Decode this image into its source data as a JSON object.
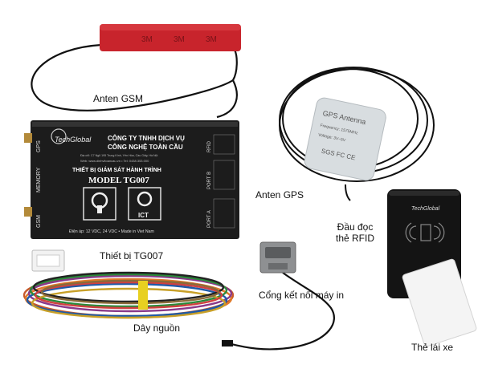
{
  "labels": {
    "gsm_antenna": "Anten GSM",
    "gps_antenna": "Anten GPS",
    "device": "Thiết bị TG007",
    "rfid_reader_line1": "Đầu đọc",
    "rfid_reader_line2": "thẻ RFID",
    "printer_port": "Cổng kết nối máy in",
    "power_cable": "Dây nguồn",
    "driver_card": "Thẻ lái xe"
  },
  "device_face": {
    "brand": "TechGlobal",
    "company_line1": "CÔNG TY TNHH DỊCH VỤ",
    "company_line2": "CÔNG NGHỆ TOÀN CẦU",
    "address": "Địa chỉ: C7 Ngõ 195 Trung Kính, Yên Hòa, Cầu Giấy, Hà Nội",
    "web": "Web: www.dinhvitoancau.vn  •  Tel: 0438.353.000",
    "product_title": "THIẾT BỊ GIÁM SÁT HÀNH TRÌNH",
    "model": "MODEL TG007",
    "cert_label": "ICT",
    "spec": "Điện áp: 12 VDC, 24 VDC  •  Made in Viet Nam",
    "left_ports": [
      "GPS",
      "MEMORY",
      "GSM"
    ],
    "right_ports": [
      "RFID",
      "PORT B",
      "PORT A"
    ]
  },
  "gsm_antenna_tag": "3M",
  "gps_module": {
    "title": "GPS Antenna",
    "freq": "Frequency: 1575MHz",
    "voltage": "Voltage: 3V~5V",
    "marks": "SGS  FC  CE"
  },
  "rfid_device": {
    "brand": "TechGlobal"
  },
  "colors": {
    "device_body": "#1c1c1c",
    "antenna_pad": "#c8242c",
    "gps_pad": "#d8dde0",
    "rfid_body": "#141414",
    "card": "#f4f4f4",
    "cable": "#111111"
  }
}
